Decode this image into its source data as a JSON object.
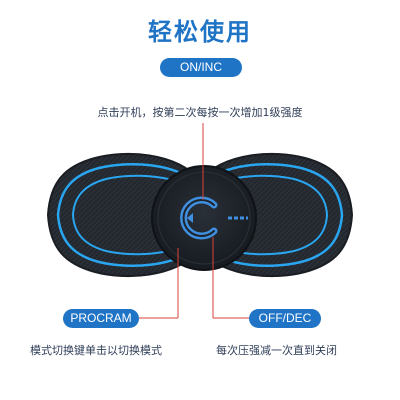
{
  "title": "轻松使用",
  "power": {
    "label": "ON/INC",
    "description": "点击开机，按第二次每按一次增加1级强度"
  },
  "mode": {
    "label": "PROCRAM",
    "description": "模式切换键单击以切换模式"
  },
  "off": {
    "label": "OFF/DEC",
    "description": "每次压强减一次直到关闭"
  },
  "colors": {
    "accent": "#1f74c6",
    "title": "#1f74c6",
    "leader_line": "#d9443a",
    "pad_body": "#23272e",
    "pad_outline": "#2aa6f0",
    "controller": "#1d2229",
    "controller_icon": "#3f8fe0"
  },
  "icons": {
    "power_button": "letter-c-icon",
    "mode_button": "triangle-icon",
    "off_button": "dash-icon"
  }
}
